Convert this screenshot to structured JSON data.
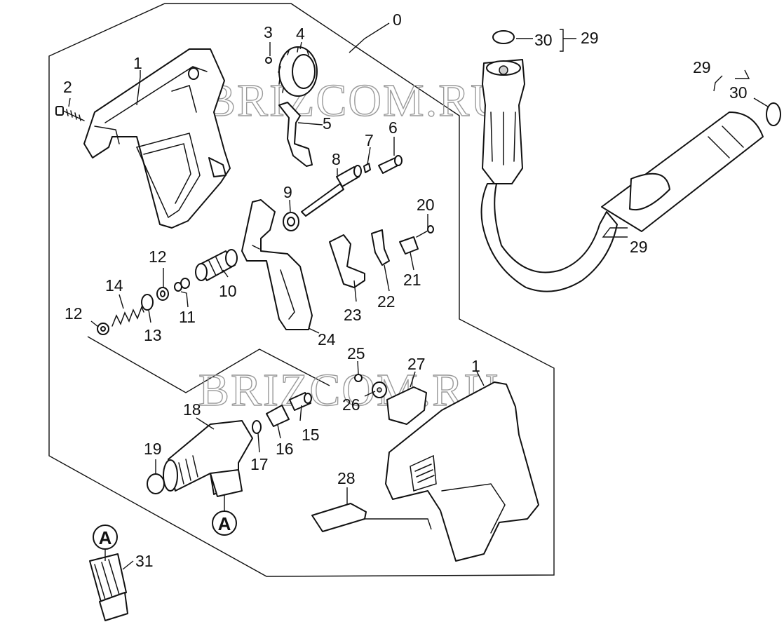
{
  "watermark": "BRIZCOM.RU",
  "labels": {
    "l0": "0",
    "l1": "1",
    "l1b": "1",
    "l2": "2",
    "l3": "3",
    "l4": "4",
    "l5": "5",
    "l6": "6",
    "l7": "7",
    "l8": "8",
    "l9": "9",
    "l10": "10",
    "l11": "11",
    "l12": "12",
    "l12b": "12",
    "l13": "13",
    "l14": "14",
    "l15": "15",
    "l16": "16",
    "l17": "17",
    "l18": "18",
    "l19": "19",
    "l20": "20",
    "l21": "21",
    "l22": "22",
    "l23": "23",
    "l24": "24",
    "l25": "25",
    "l26": "26",
    "l27": "27",
    "l28": "28",
    "l29a": "29",
    "l29b": "29",
    "l29c": "29",
    "l30a": "30",
    "l30b": "30",
    "l31": "31"
  },
  "connectors": {
    "a1": "A",
    "a2": "A"
  }
}
